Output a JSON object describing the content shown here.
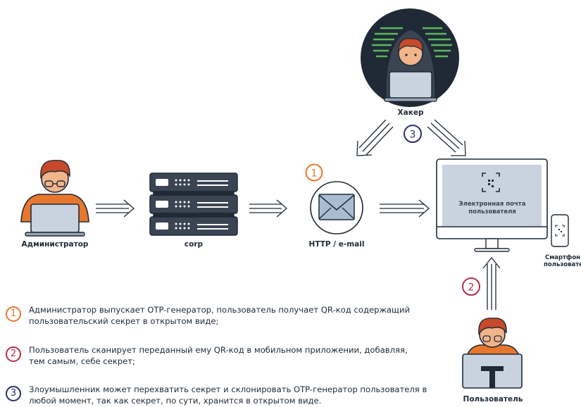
{
  "nodes": {
    "admin": "Администратор",
    "server": "corp",
    "channel": "HTTP / e-mail",
    "hacker": "Хакер",
    "user": "Пользователь",
    "smartphone": "Смартфон пользователя",
    "email_screen": "Электронная почта пользователя"
  },
  "badges": {
    "one": "1",
    "two": "2",
    "three": "3"
  },
  "legend": [
    {
      "number": "1",
      "text": "Администратор выпускает OTP-генератор, пользователь получает QR-код содержащий пользовательский секрет в открытом виде;"
    },
    {
      "number": "2",
      "text": "Пользователь сканирует переданный ему QR-код в мобильном приложении, добавляя, тем самым, себе секрет;"
    },
    {
      "number": "3",
      "text": "Злоумышленник может перехватить секрет и склонировать OTP-генератор пользователя в любой момент, так как секрет, по сути, хранится в открытом виде."
    }
  ],
  "colors": {
    "orange": "#e8772e",
    "red": "#b5304a",
    "navy": "#2a2f6e",
    "dark": "#1f2a36",
    "shirt": "#e8772e",
    "hair": "#c64a2a"
  }
}
